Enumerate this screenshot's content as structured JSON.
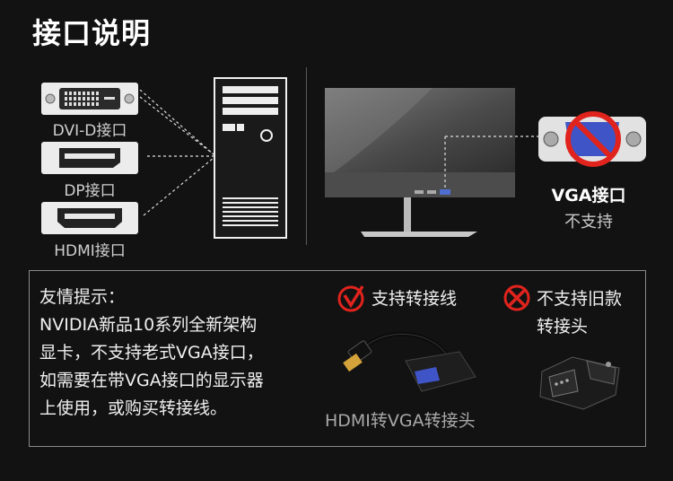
{
  "title": "接口说明",
  "ports": [
    {
      "label": "DVI-D接口"
    },
    {
      "label": "DP接口"
    },
    {
      "label": "HDMI接口"
    }
  ],
  "vga": {
    "title": "VGA接口",
    "status": "不支持"
  },
  "tips": {
    "heading": "友情提示：",
    "lines": [
      "NVIDIA新品10系列全新架构",
      "显卡，不支持老式VGA接口，",
      "如需要在带VGA接口的显示器",
      "上使用，或购买转接线。"
    ]
  },
  "adapter_ok": {
    "label": "支持转接线",
    "caption": "HDMI转VGA转接头"
  },
  "adapter_no": {
    "line1": "不支持旧款",
    "line2": "转接头"
  },
  "colors": {
    "accent_red": "#e0231d",
    "background": "#121212",
    "port_face": "#ececec"
  }
}
